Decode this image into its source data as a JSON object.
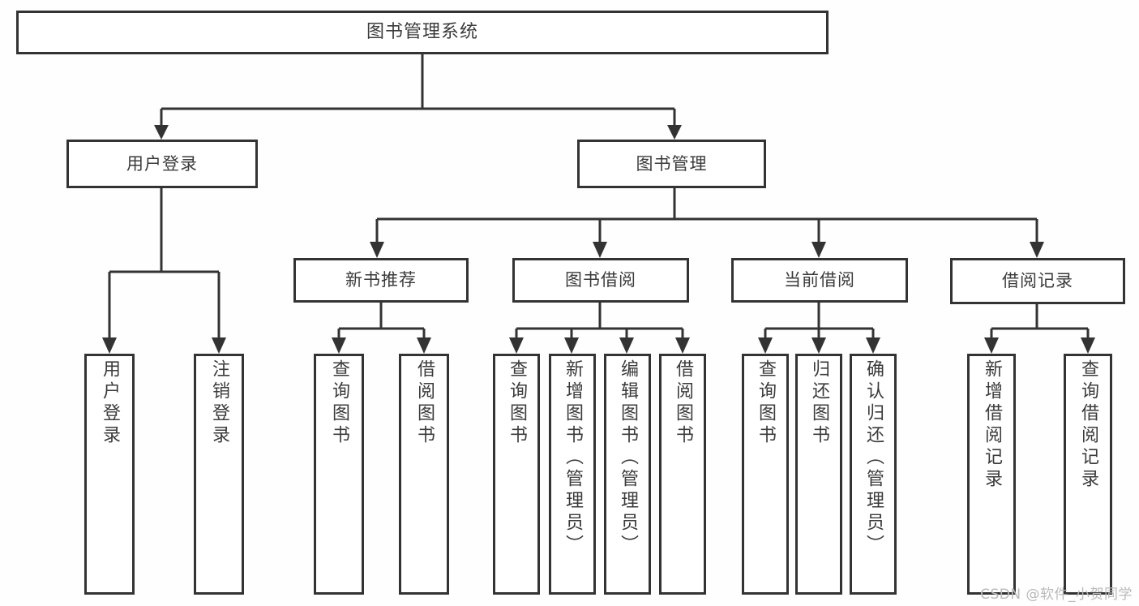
{
  "diagram": {
    "title": "图书管理系统",
    "root": {
      "label": "图书管理系统"
    },
    "level1": [
      {
        "label": "用户登录"
      },
      {
        "label": "图书管理"
      }
    ],
    "level2": [
      {
        "label": "新书推荐"
      },
      {
        "label": "图书借阅"
      },
      {
        "label": "当前借阅"
      },
      {
        "label": "借阅记录"
      }
    ],
    "leaves": {
      "user_login": [
        {
          "label": "用户登录"
        },
        {
          "label": "注销登录"
        }
      ],
      "new_book": [
        {
          "label": "查询图书"
        },
        {
          "label": "借阅图书"
        }
      ],
      "book_borrow": [
        {
          "label": "查询图书"
        },
        {
          "label": "新增图书（管理员）"
        },
        {
          "label": "编辑图书（管理员）"
        },
        {
          "label": "借阅图书"
        }
      ],
      "current_borrow": [
        {
          "label": "查询图书"
        },
        {
          "label": "归还图书"
        },
        {
          "label": "确认归还（管理员）"
        }
      ],
      "borrow_record": [
        {
          "label": "新增借阅记录"
        },
        {
          "label": "查询借阅记录"
        }
      ]
    }
  },
  "watermark": {
    "text": "CSDN @软件_小贺同学"
  },
  "colors": {
    "stroke": "#333333",
    "fill": "#ffffff",
    "background": "#fefefe",
    "text": "#3b3b3b",
    "watermark": "#b9b9b9"
  }
}
